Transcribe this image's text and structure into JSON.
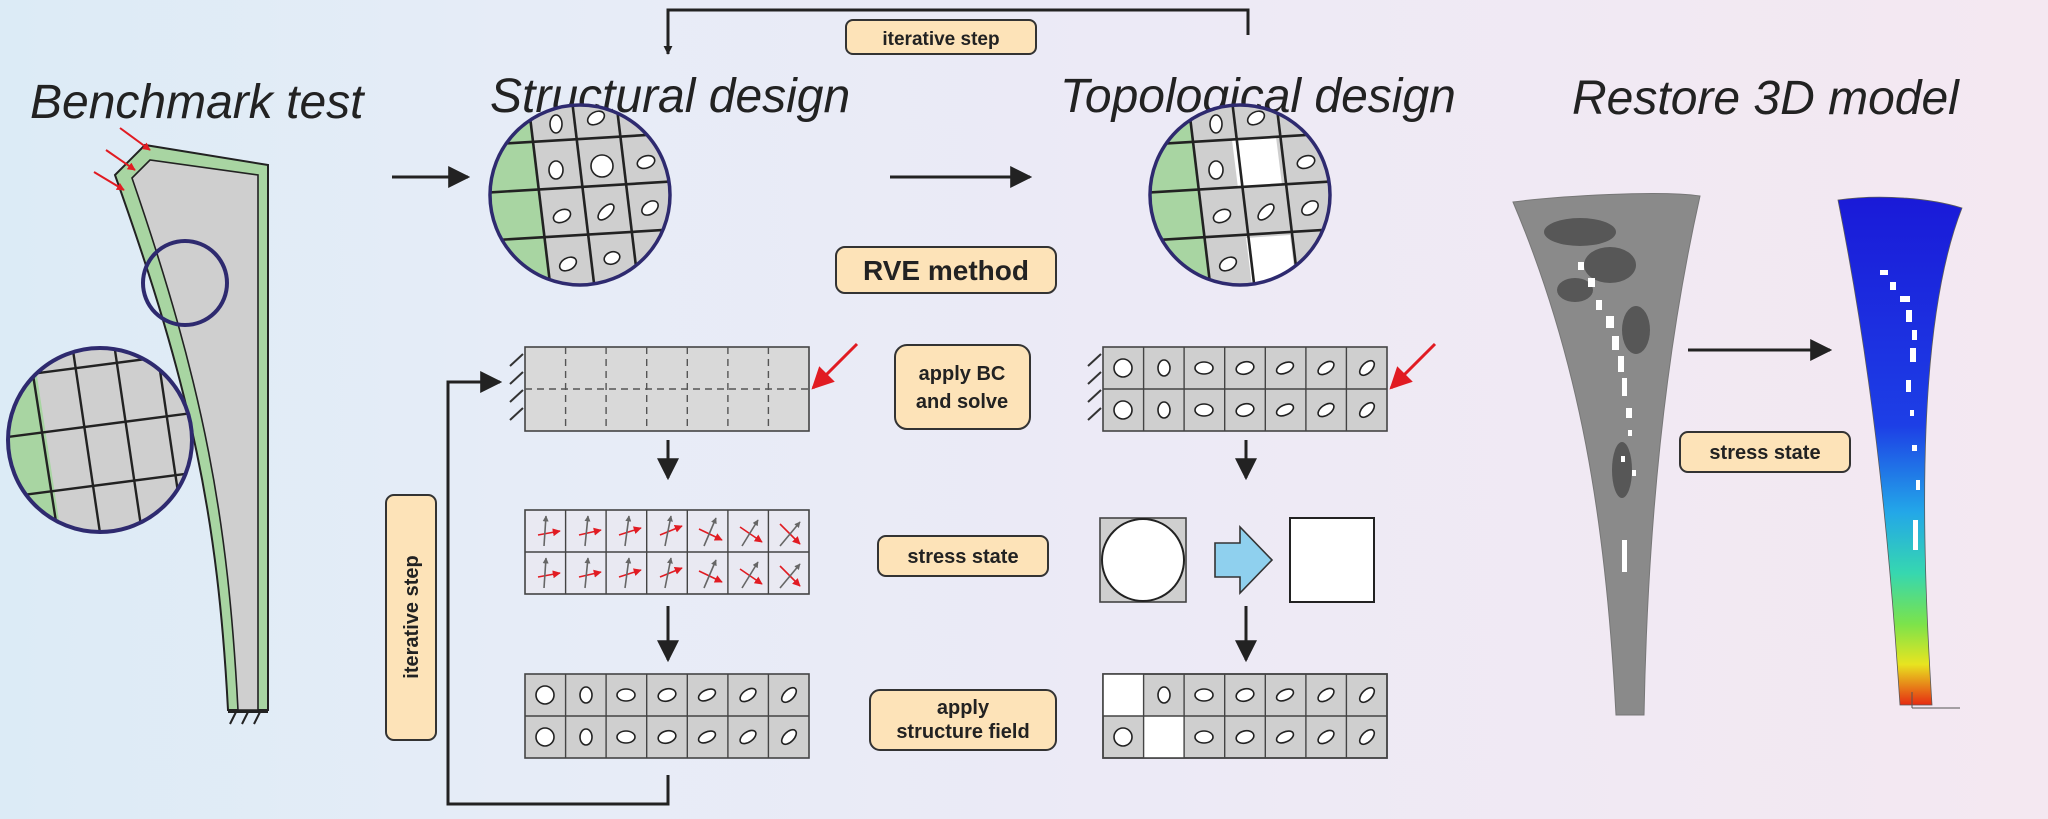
{
  "titles": {
    "benchmark": "Benchmark test",
    "structural": "Structural design",
    "topological": "Topological design",
    "restore": "Restore 3D model"
  },
  "labels": {
    "iterative_top": "iterative step",
    "iterative_side": "iterative step",
    "rve": "RVE method",
    "apply_bc_1": "apply BC",
    "apply_bc_2": "and solve",
    "stress_center": "stress state",
    "apply_sf_1": "apply",
    "apply_sf_2": "structure field",
    "stress_right": "stress state"
  },
  "colors": {
    "label_fill": "#fde3b8",
    "label_stroke": "#333333",
    "green": "#a8d5a2",
    "gray_cell": "#cfcfcf",
    "circle_stroke": "#2e2a6f",
    "red_arrow": "#e11b22",
    "light_blue_arrow": "#8fd0ee"
  }
}
